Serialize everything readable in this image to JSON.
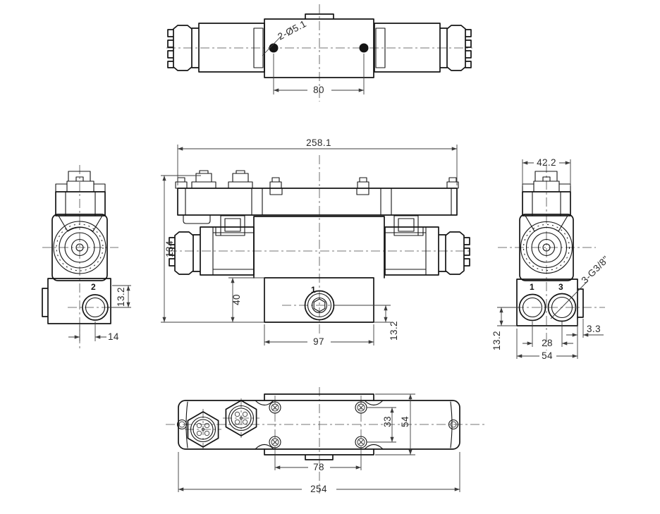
{
  "drawing": {
    "background": "#ffffff",
    "line_color": "#141414",
    "views": {
      "top_view": {
        "holes_label": "2-Ø5.1",
        "dim_hole_spacing": "80"
      },
      "front_view": {
        "dim_overall_width": "258.1",
        "dim_overall_height": "134",
        "dim_block_height": "40",
        "dim_block_width": "97",
        "dim_port_depth": "13.2",
        "port_label": "1"
      },
      "left_view": {
        "dim_port_depth": "13.2",
        "dim_port_offset": "14",
        "port_label": "2"
      },
      "right_view": {
        "dim_width": "42.2",
        "thread_label": "3-G3/8\"",
        "dim_port_depth": "13.2",
        "dim_port_spacing": "28",
        "dim_step": "3.3",
        "dim_block_width": "54",
        "port_label_1": "1",
        "port_label_3": "3"
      },
      "bottom_view": {
        "dim_screw_spacing": "33",
        "dim_block_height": "54",
        "dim_screw_span": "78",
        "dim_overall_length": "254"
      }
    }
  }
}
